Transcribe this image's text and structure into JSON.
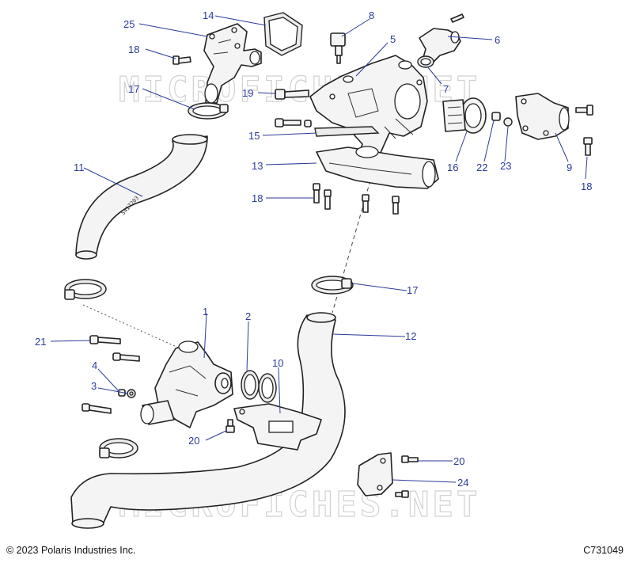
{
  "callouts": [
    {
      "id": "c25",
      "label": "25"
    },
    {
      "id": "c14",
      "label": "14"
    },
    {
      "id": "c8",
      "label": "8"
    },
    {
      "id": "c5",
      "label": "5"
    },
    {
      "id": "c6",
      "label": "6"
    },
    {
      "id": "c18a",
      "label": "18"
    },
    {
      "id": "c7",
      "label": "7"
    },
    {
      "id": "c17a",
      "label": "17"
    },
    {
      "id": "c19",
      "label": "19"
    },
    {
      "id": "c15",
      "label": "15"
    },
    {
      "id": "c16",
      "label": "16"
    },
    {
      "id": "c22",
      "label": "22"
    },
    {
      "id": "c23",
      "label": "23"
    },
    {
      "id": "c9",
      "label": "9"
    },
    {
      "id": "c13",
      "label": "13"
    },
    {
      "id": "c11",
      "label": "11"
    },
    {
      "id": "c18b",
      "label": "18"
    },
    {
      "id": "c18c",
      "label": "18"
    },
    {
      "id": "c17b",
      "label": "17"
    },
    {
      "id": "c1",
      "label": "1"
    },
    {
      "id": "c2",
      "label": "2"
    },
    {
      "id": "c21",
      "label": "21"
    },
    {
      "id": "c12",
      "label": "12"
    },
    {
      "id": "c4",
      "label": "4"
    },
    {
      "id": "c10",
      "label": "10"
    },
    {
      "id": "c3",
      "label": "3"
    },
    {
      "id": "c20a",
      "label": "20"
    },
    {
      "id": "c20b",
      "label": "20"
    },
    {
      "id": "c24",
      "label": "24"
    }
  ],
  "watermark": "MICROFICHES.NET",
  "hose_marking": "5417203",
  "copyright": "© 2023 Polaris Industries Inc.",
  "diagram_code": "C731049",
  "colors": {
    "callout": "#2b3a9a",
    "line": "#222222",
    "watermark": "#c9c9c9"
  }
}
